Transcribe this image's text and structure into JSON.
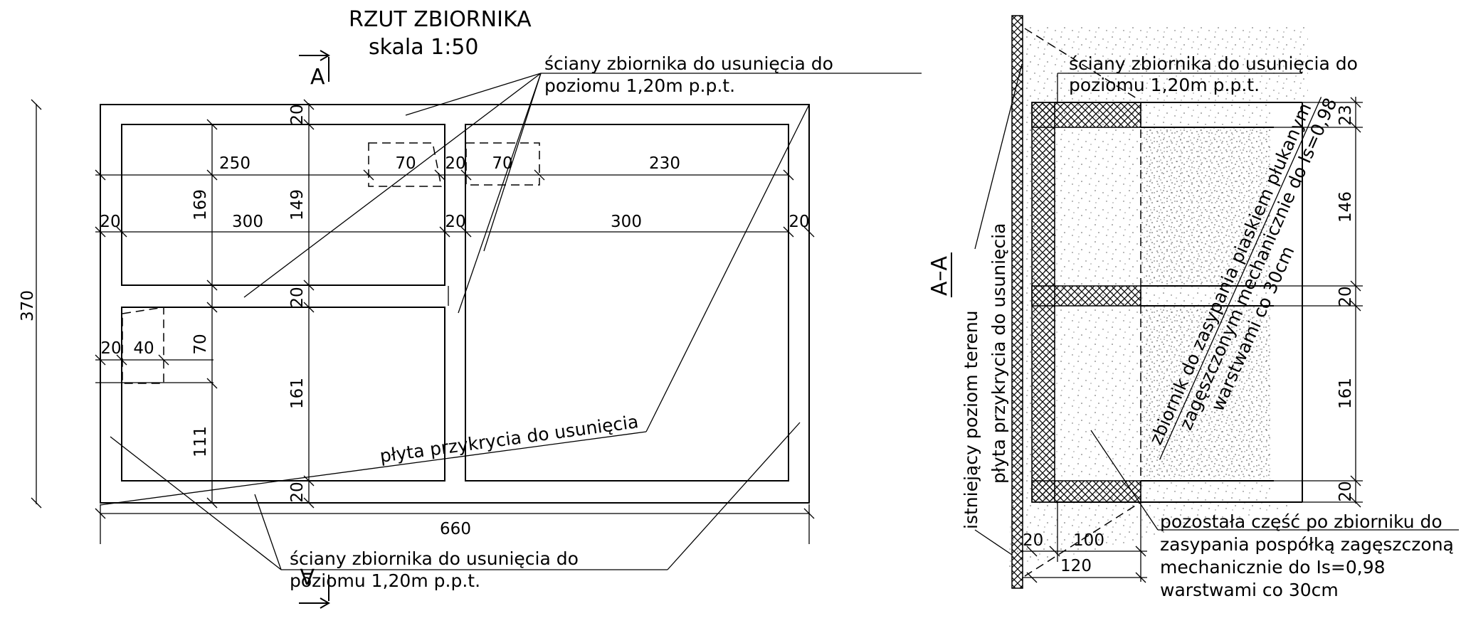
{
  "plan": {
    "title": "RZUT ZBIORNIKA",
    "scale": "skala 1:50",
    "section_mark": "A",
    "note_walls_top_1": "ściany zbiornika do usunięcia do",
    "note_walls_top_2": "poziomu 1,20m p.p.t.",
    "note_walls_bottom_1": "ściany zbiornika do usunięcia do",
    "note_walls_bottom_2": "poziomu 1,20m p.p.t.",
    "note_slab": "płyta przykrycia do usunięcia",
    "dims": {
      "overall_width": "660",
      "overall_height": "370",
      "top_250": "250",
      "top_70a": "70",
      "top_20": "20",
      "top_70b": "70",
      "top_230": "230",
      "row_20_left": "20",
      "row_300_left": "300",
      "row_20_mid": "20",
      "row_300_right": "300",
      "row_20_right": "20",
      "v_169": "169",
      "v_149": "149",
      "v_20_top": "20",
      "v_20_mid": "20",
      "v_161": "161",
      "v_20_bot": "20",
      "v_70": "70",
      "v_111": "111",
      "hatch_20": "20",
      "hatch_40": "40"
    }
  },
  "section": {
    "label": "A–A",
    "note_walls_1": "ściany zbiornika do usunięcia do",
    "note_walls_2": "poziomu 1,20m p.p.t.",
    "label_ground": "istniejący poziom terenu",
    "label_slab": "płyta przykrycia do usunięcia",
    "fill_note_1": "zbiornik do zasypania piaskiem płukanym",
    "fill_note_2": "zagęszczonym mechanicznie do Is=0,98",
    "fill_note_3": "warstwami co 30cm",
    "remaining_1": "pozostała część po zbiorniku do",
    "remaining_2": "zasypania pospółką zagęszczoną",
    "remaining_3": "mechanicznie do Is=0,98",
    "remaining_4": "warstwami co 30cm",
    "dims": {
      "d23": "23",
      "d146": "146",
      "d20a": "20",
      "d161": "161",
      "d20b": "20",
      "d20_bottom": "20",
      "d100": "100",
      "d120": "120"
    }
  }
}
